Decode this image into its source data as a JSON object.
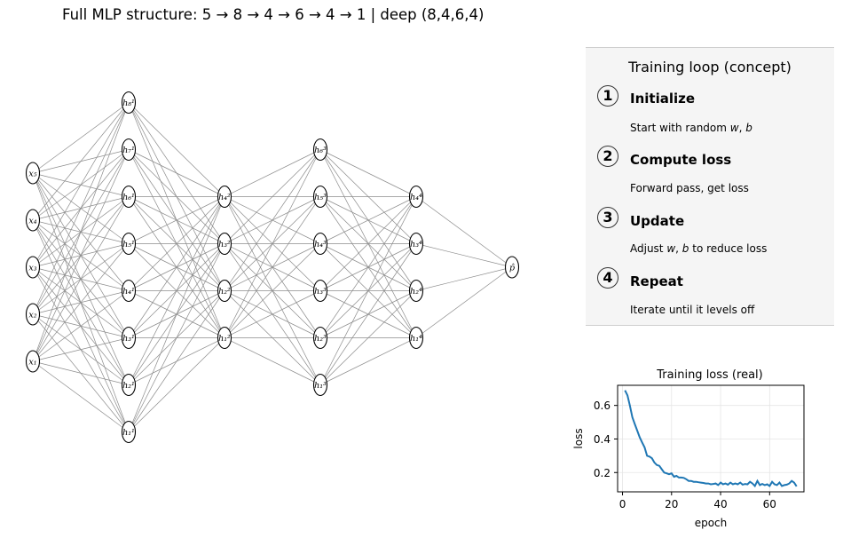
{
  "title": "Full MLP structure: 5 → 8 → 4 → 6 → 4 → 1 | deep (8,4,6,4)",
  "network": {
    "layers": [
      {
        "nodes": [
          "x₁",
          "x₂",
          "x₃",
          "x₄",
          "x₅"
        ]
      },
      {
        "nodes": [
          "h₁¹",
          "h₂¹",
          "h₃¹",
          "h₄¹",
          "h₅¹",
          "h₆¹",
          "h₇¹",
          "h₈¹"
        ]
      },
      {
        "nodes": [
          "h₁²",
          "h₂²",
          "h₃²",
          "h₄²"
        ]
      },
      {
        "nodes": [
          "h₁³",
          "h₂³",
          "h₃³",
          "h₄³",
          "h₅³",
          "h₆³"
        ]
      },
      {
        "nodes": [
          "h₁⁴",
          "h₂⁴",
          "h₃⁴",
          "h₄⁴"
        ]
      },
      {
        "nodes": [
          "p̂"
        ]
      }
    ],
    "edge_color": "#8c8c8c",
    "node_fill": "#ffffff",
    "node_stroke": "#000000"
  },
  "panel": {
    "title": "Training loop (concept)",
    "background": "#f5f5f5",
    "steps": [
      {
        "num": "1",
        "title": "Initialize",
        "desc": "Start with random w, b"
      },
      {
        "num": "2",
        "title": "Compute loss",
        "desc": "Forward pass, get loss"
      },
      {
        "num": "3",
        "title": "Update",
        "desc": "Adjust w, b to reduce loss"
      },
      {
        "num": "4",
        "title": "Repeat",
        "desc": "Iterate until it levels off"
      }
    ]
  },
  "chart_data": {
    "type": "line",
    "title": "Training loss (real)",
    "xlabel": "epoch",
    "ylabel": "loss",
    "xlim": [
      -2,
      74
    ],
    "ylim": [
      0.085,
      0.72
    ],
    "xticks": [
      0,
      20,
      40,
      60
    ],
    "yticks": [
      0.2,
      0.4,
      0.6
    ],
    "ytick_labels": [
      "0.2",
      "0.4",
      "0.6"
    ],
    "grid": true,
    "line_color": "#1f77b4",
    "series": [
      {
        "x": [
          1,
          2,
          3,
          4,
          5,
          6,
          7,
          8,
          9,
          10,
          11,
          12,
          13,
          14,
          15,
          16,
          17,
          18,
          19,
          20,
          21,
          22,
          23,
          24,
          25,
          26,
          27,
          28,
          29,
          30,
          31,
          32,
          33,
          34,
          35,
          36,
          37,
          38,
          39,
          40,
          41,
          42,
          43,
          44,
          45,
          46,
          47,
          48,
          49,
          50,
          51,
          52,
          53,
          54,
          55,
          56,
          57,
          58,
          59,
          60,
          61,
          62,
          63,
          64,
          65,
          66,
          67,
          68,
          69,
          70,
          71
        ],
        "y": [
          0.69,
          0.66,
          0.6,
          0.53,
          0.49,
          0.45,
          0.41,
          0.38,
          0.35,
          0.3,
          0.295,
          0.285,
          0.26,
          0.245,
          0.24,
          0.22,
          0.2,
          0.195,
          0.19,
          0.195,
          0.175,
          0.18,
          0.17,
          0.17,
          0.168,
          0.16,
          0.15,
          0.15,
          0.145,
          0.145,
          0.142,
          0.14,
          0.138,
          0.135,
          0.135,
          0.13,
          0.132,
          0.135,
          0.125,
          0.14,
          0.13,
          0.135,
          0.128,
          0.14,
          0.13,
          0.135,
          0.13,
          0.14,
          0.128,
          0.132,
          0.13,
          0.145,
          0.135,
          0.12,
          0.15,
          0.125,
          0.132,
          0.125,
          0.13,
          0.12,
          0.145,
          0.13,
          0.125,
          0.14,
          0.12,
          0.125,
          0.128,
          0.135,
          0.15,
          0.14,
          0.118
        ]
      }
    ]
  }
}
